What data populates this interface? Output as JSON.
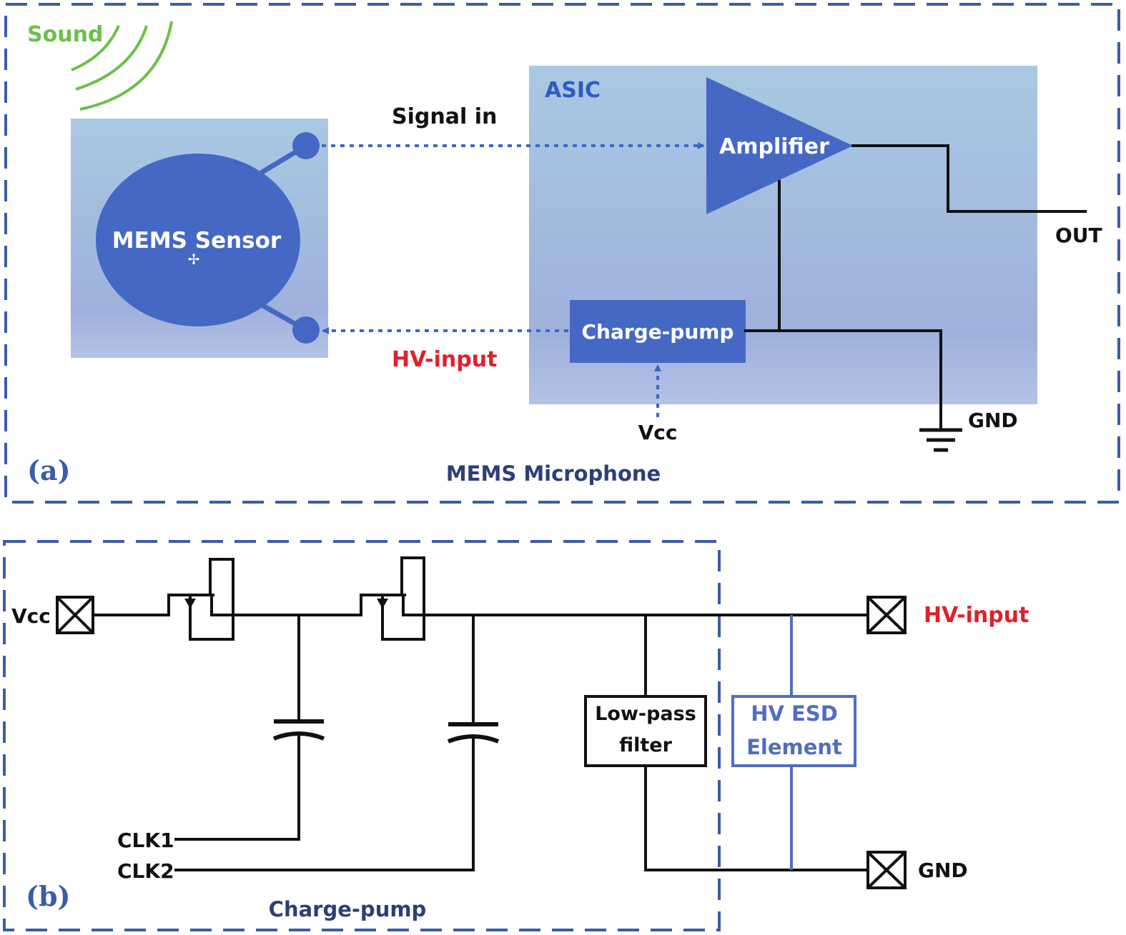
{
  "panel_a": {
    "tag": "(a)",
    "caption": "MEMS Microphone",
    "sound_label": "Sound",
    "sensor_label": "MEMS Sensor",
    "asic_label": "ASIC",
    "amplifier_label": "Amplifier",
    "charge_pump_label": "Charge-pump",
    "signal_in_label": "Signal in",
    "hv_input_label": "HV-input",
    "vcc_label": "Vcc",
    "out_label": "OUT",
    "gnd_label": "GND"
  },
  "panel_b": {
    "tag": "(b)",
    "caption": "Charge-pump",
    "vcc_label": "Vcc",
    "hv_input_label": "HV-input",
    "gnd_label": "GND",
    "clk1_label": "CLK1",
    "clk2_label": "CLK2",
    "lpf_line1": "Low-pass",
    "lpf_line2": "filter",
    "esd_line1": "HV ESD",
    "esd_line2": "Element"
  },
  "colors": {
    "frame": "#3b5ca8",
    "block_blue": "#4468c4",
    "asic_bg_top": "#a9c9e3",
    "asic_bg_bottom": "#9fb0dc",
    "sound_green": "#6cc04a",
    "hv_red": "#e0202a",
    "esd_blue": "#4f6fbf"
  }
}
